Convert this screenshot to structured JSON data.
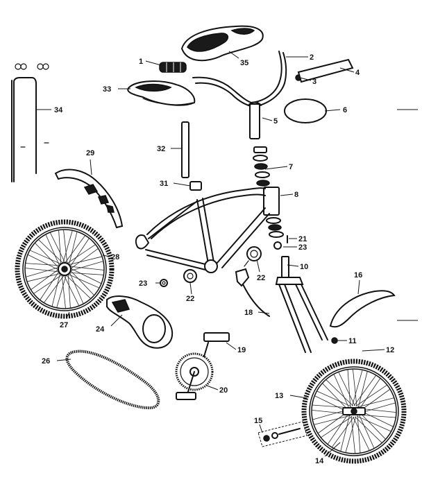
{
  "callouts": [
    {
      "id": "1",
      "label": "1"
    },
    {
      "id": "2",
      "label": "2"
    },
    {
      "id": "3",
      "label": "3"
    },
    {
      "id": "4",
      "label": "4"
    },
    {
      "id": "5",
      "label": "5"
    },
    {
      "id": "6",
      "label": "6"
    },
    {
      "id": "7",
      "label": "7"
    },
    {
      "id": "8",
      "label": "8"
    },
    {
      "id": "10",
      "label": "10"
    },
    {
      "id": "11",
      "label": "11"
    },
    {
      "id": "12",
      "label": "12"
    },
    {
      "id": "13",
      "label": "13"
    },
    {
      "id": "14",
      "label": "14"
    },
    {
      "id": "15",
      "label": "15"
    },
    {
      "id": "16",
      "label": "16"
    },
    {
      "id": "18",
      "label": "18"
    },
    {
      "id": "19",
      "label": "19"
    },
    {
      "id": "20",
      "label": "20"
    },
    {
      "id": "21",
      "label": "21"
    },
    {
      "id": "22a",
      "label": "22"
    },
    {
      "id": "22b",
      "label": "22"
    },
    {
      "id": "23a",
      "label": "23"
    },
    {
      "id": "23b",
      "label": "23"
    },
    {
      "id": "24",
      "label": "24"
    },
    {
      "id": "26",
      "label": "26"
    },
    {
      "id": "27",
      "label": "27"
    },
    {
      "id": "28",
      "label": "28"
    },
    {
      "id": "29",
      "label": "29"
    },
    {
      "id": "31",
      "label": "31"
    },
    {
      "id": "32",
      "label": "32"
    },
    {
      "id": "33",
      "label": "33"
    },
    {
      "id": "34",
      "label": "34"
    },
    {
      "id": "35",
      "label": "35"
    }
  ]
}
